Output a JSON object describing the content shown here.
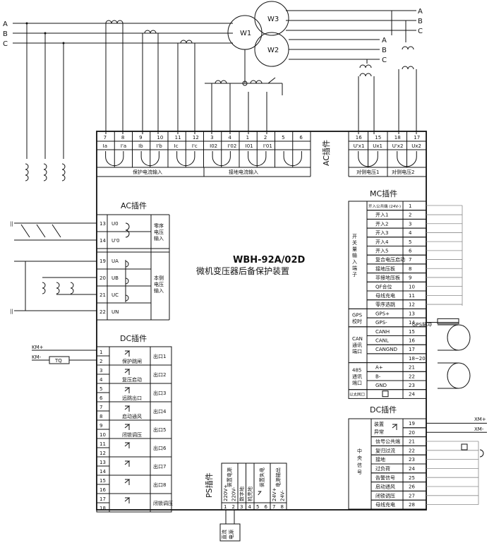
{
  "device": {
    "model": "WBH-92A/02D",
    "name": "微机变压器后备保护装置"
  },
  "phases": [
    "A",
    "B",
    "C"
  ],
  "transformer": {
    "windings": [
      "W1",
      "W2",
      "W3"
    ]
  },
  "slots": {
    "ac_top": "AC插件",
    "ac_left": "AC插件",
    "dc_left": "DC插件",
    "mc": "MC插件",
    "dc_right": "DC插件",
    "ps": "PS插件"
  },
  "ac_top": {
    "terminals": [
      {
        "num": "7",
        "sig": "Ia"
      },
      {
        "num": "8",
        "sig": "I'a"
      },
      {
        "num": "9",
        "sig": "Ib"
      },
      {
        "num": "10",
        "sig": "I'b"
      },
      {
        "num": "11",
        "sig": "Ic"
      },
      {
        "num": "12",
        "sig": "I'c"
      },
      {
        "num": "3",
        "sig": "I02"
      },
      {
        "num": "4",
        "sig": "I'02"
      },
      {
        "num": "1",
        "sig": "I01"
      },
      {
        "num": "2",
        "sig": "I'01"
      },
      {
        "num": "5",
        "sig": ""
      },
      {
        "num": "6",
        "sig": ""
      }
    ],
    "right_terminals": [
      {
        "num": "16",
        "sig": "U'x1"
      },
      {
        "num": "15",
        "sig": "Ux1"
      },
      {
        "num": "18",
        "sig": "U'x2"
      },
      {
        "num": "17",
        "sig": "Ux2"
      }
    ],
    "groups": [
      "保护电流输入",
      "接地电流输入",
      "对侧电压1",
      "对侧电压2"
    ]
  },
  "ac_left": {
    "rows": [
      {
        "num": "13",
        "sig": "U0"
      },
      {
        "num": "14",
        "sig": "U'0"
      },
      {
        "num": "19",
        "sig": "UA"
      },
      {
        "num": "20",
        "sig": "UB"
      },
      {
        "num": "21",
        "sig": "UC"
      },
      {
        "num": "22",
        "sig": "UN"
      }
    ],
    "zero_seq": [
      "零序",
      "电压",
      "输入"
    ],
    "local": [
      "本侧",
      "电压",
      "输入"
    ]
  },
  "dc_left": {
    "outputs": [
      {
        "pins": [
          "1",
          "2"
        ],
        "contact": "保护跳闸",
        "label": "出口1"
      },
      {
        "pins": [
          "3",
          "4"
        ],
        "contact": "复压启动",
        "label": "出口2"
      },
      {
        "pins": [
          "5",
          "6"
        ],
        "contact": "远跳出口",
        "label": "出口3"
      },
      {
        "pins": [
          "7",
          "8"
        ],
        "contact": "启动通风",
        "label": "出口4"
      },
      {
        "pins": [
          "9",
          "10"
        ],
        "contact": "闭锁调压",
        "label": "出口5"
      },
      {
        "pins": [
          "11",
          "12"
        ],
        "contact": "",
        "label": "出口6"
      },
      {
        "pins": [
          "13",
          "14"
        ],
        "contact": "",
        "label": "出口7"
      },
      {
        "pins": [
          "15",
          "16"
        ],
        "contact": "",
        "label": "出口8"
      },
      {
        "pins": [
          "17",
          "18"
        ],
        "contact": "",
        "label": "闭锁调压"
      }
    ],
    "km_plus": "KM+",
    "km_minus": "KM-",
    "trip_coil": "TQ"
  },
  "mc": {
    "rows": [
      {
        "label": "开入公共端 (24V-)",
        "num": "1"
      },
      {
        "label": "开入1",
        "num": "2"
      },
      {
        "label": "开入2",
        "num": "3"
      },
      {
        "label": "开入3",
        "num": "4"
      },
      {
        "label": "开入4",
        "num": "5"
      },
      {
        "label": "开入5",
        "num": "6"
      },
      {
        "label": "复合电压启动",
        "num": "7"
      },
      {
        "label": "接地压板",
        "num": "8"
      },
      {
        "label": "非接地压板",
        "num": "9"
      },
      {
        "label": "QF合位",
        "num": "10"
      },
      {
        "label": "母线充电",
        "num": "11"
      },
      {
        "label": "零序选跳",
        "num": "12"
      },
      {
        "label": "GPS+",
        "num": "13"
      },
      {
        "label": "GPS-",
        "num": "14"
      },
      {
        "label": "CANH",
        "num": "15"
      },
      {
        "label": "CANL",
        "num": "16"
      },
      {
        "label": "CANGND",
        "num": "17"
      },
      {
        "label": "",
        "num": "18~20"
      },
      {
        "label": "A+",
        "num": "21"
      },
      {
        "label": "B-",
        "num": "22"
      },
      {
        "label": "GND",
        "num": "23"
      },
      {
        "label": "",
        "num": "24"
      }
    ],
    "group_di": [
      "开",
      "关",
      "量",
      "输",
      "入",
      "端",
      "子"
    ],
    "group_gps": [
      "GPS",
      "校时"
    ],
    "group_can": [
      "CAN",
      "通讯",
      "端口"
    ],
    "group_485": [
      "485",
      "通讯",
      "端口"
    ],
    "group_eth": "以太网口",
    "gps_signal": "GPS脉冲"
  },
  "dc_right": {
    "rows": [
      {
        "label": "装置",
        "label2": "异常",
        "num": "19"
      },
      {
        "label": "",
        "label2": "",
        "num": "20"
      },
      {
        "label": "信号公共端",
        "label2": "",
        "num": "21"
      },
      {
        "label": "复归过流",
        "label2": "",
        "num": "22"
      },
      {
        "label": "接地",
        "label2": "",
        "num": "23"
      },
      {
        "label": "过负荷",
        "label2": "",
        "num": "24"
      },
      {
        "label": "告警信号",
        "label2": "",
        "num": "25"
      },
      {
        "label": "启动通风",
        "label2": "",
        "num": "26"
      },
      {
        "label": "闭锁调压",
        "label2": "",
        "num": "27"
      },
      {
        "label": "母线充电",
        "label2": "",
        "num": "28"
      }
    ],
    "group": [
      "中",
      "央",
      "信",
      "号"
    ],
    "xm_plus": "XM+",
    "xm_minus": "XM-"
  },
  "ps": {
    "columns": [
      {
        "label": "装置电源",
        "pins": [
          {
            "num": "1",
            "sig": "220V+"
          },
          {
            "num": "2",
            "sig": "220V-"
          }
        ]
      },
      {
        "label": "",
        "pins": [
          {
            "num": "3",
            "sig": "数字地"
          }
        ]
      },
      {
        "label": "",
        "pins": [
          {
            "num": "4",
            "sig": "机壳地"
          }
        ]
      },
      {
        "label": "装置失电",
        "pins": [
          {
            "num": "5",
            "sig": ""
          },
          {
            "num": "6",
            "sig": ""
          }
        ]
      },
      {
        "label": "电源输出",
        "pins": [
          {
            "num": "7",
            "sig": "24V+"
          },
          {
            "num": "8",
            "sig": "24V-"
          }
        ]
      }
    ],
    "supply_box": [
      "直流",
      "电源"
    ]
  }
}
